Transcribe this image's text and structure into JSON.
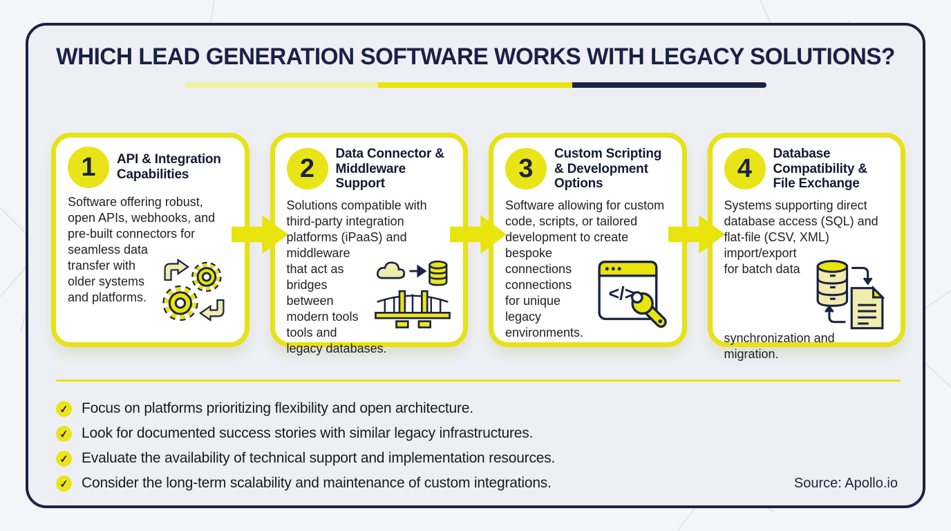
{
  "title": "WHICH LEAD GENERATION SOFTWARE WORKS WITH LEGACY SOLUTIONS?",
  "colors": {
    "navy": "#1b2342",
    "accent_yellow": "#e8e40c",
    "pale_yellow": "#f1f0a4",
    "card_background": "#ffffff",
    "page_background": "#edeff4"
  },
  "cards": [
    {
      "number": "1",
      "title": "API & Integration Capabilities",
      "body": "Software offering robust, open APIs, webhooks, and pre-built connectors for seamless data transfer with older systems and platforms.",
      "icon": "gears-sync-icon"
    },
    {
      "number": "2",
      "title": "Data Connector & Middleware Support",
      "body": "Solutions compatible with third-party integration platforms (iPaaS) and middleware that act as bridges between modern tools tools and legacy databases.",
      "icon": "cloud-database-bridge-icon"
    },
    {
      "number": "3",
      "title": "Custom Scripting & Development Options",
      "body": "Software allowing for custom code, scripts, or tailored development to create bespoke connections connections for unique legacy environments.",
      "icon": "code-window-wrench-icon"
    },
    {
      "number": "4",
      "title": "Database Compatibility & File Exchange",
      "body": "Systems supporting direct database access (SQL) and flat-file (CSV, XML) import/export for batch data synchronization and migration.",
      "icon": "database-file-sync-icon"
    }
  ],
  "checklist": [
    "Focus on platforms prioritizing flexibility and open architecture.",
    "Look for documented success stories with similar legacy infrastructures.",
    "Evaluate the availability of technical support and implementation resources.",
    "Consider the long-term scalability and maintenance of custom integrations."
  ],
  "source": "Source: Apollo.io"
}
